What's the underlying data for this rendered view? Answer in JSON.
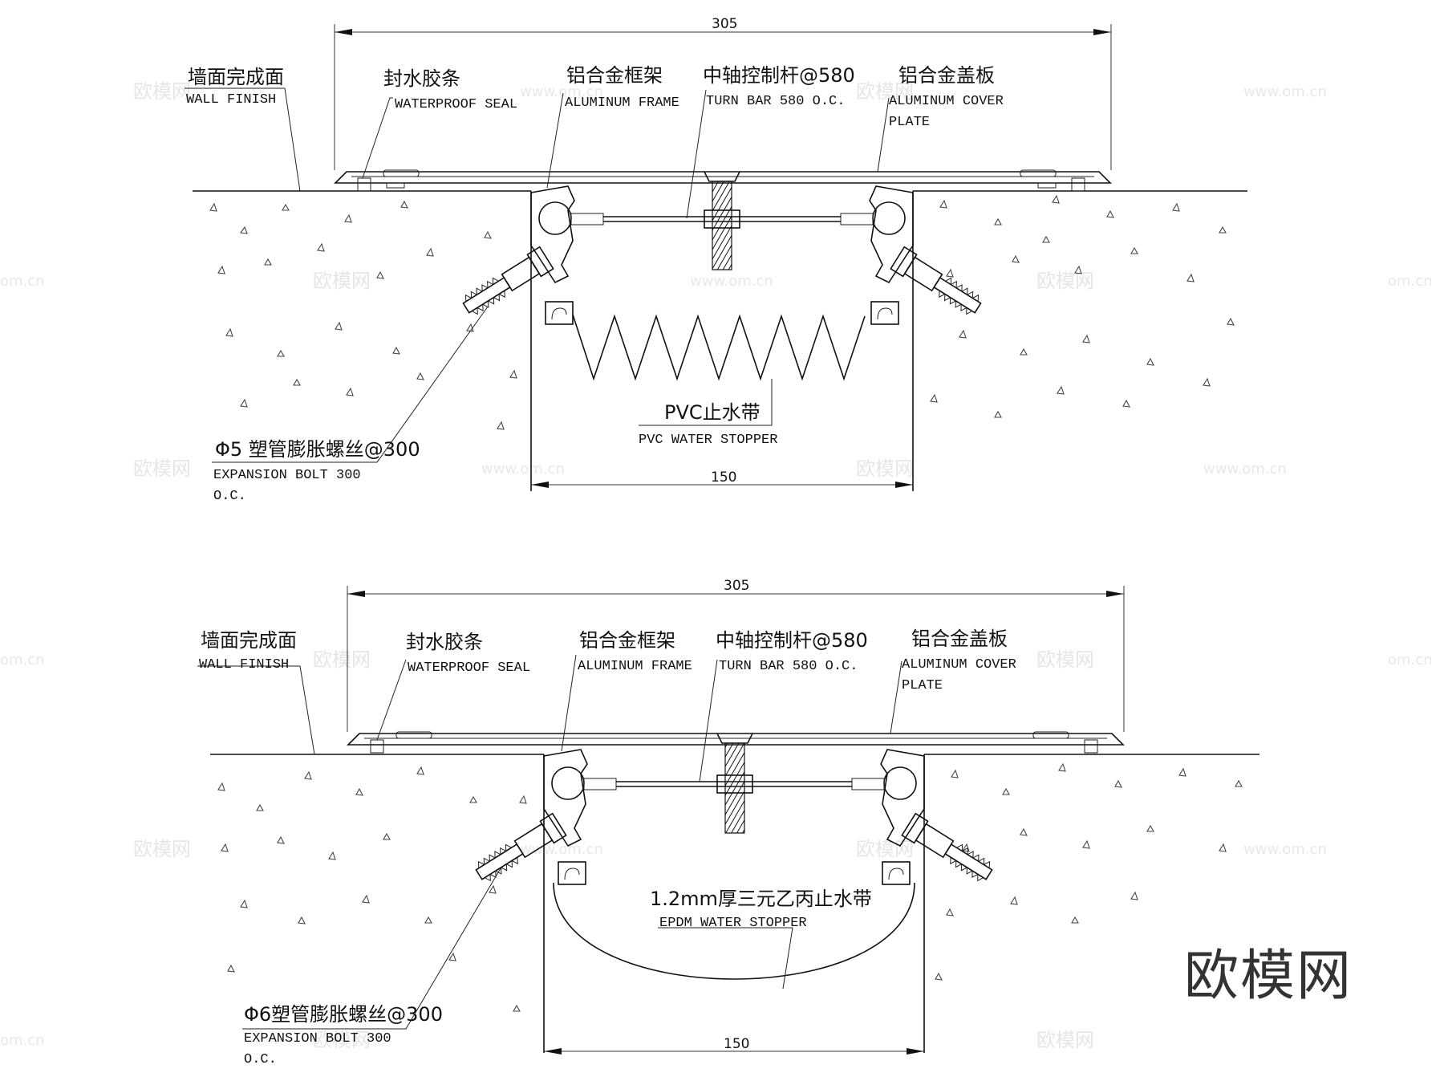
{
  "brand": "欧模网",
  "watermarks": [
    "欧模网",
    "www.om.cn",
    "om.cn"
  ],
  "sections": [
    {
      "dim_top": "305",
      "dim_bottom": "150",
      "labels": {
        "wall_finish_zh": "墙面完成面",
        "wall_finish_en": "WALL FINISH",
        "seal_zh": "封水胶条",
        "seal_en": "WATERPROOF SEAL",
        "frame_zh": "铝合金框架",
        "frame_en": "ALUMINUM FRAME",
        "bar_zh": "中轴控制杆@580",
        "bar_en": "TURN BAR 580 O.C.",
        "cover_zh": "铝合金盖板",
        "cover_en_1": "ALUMINUM COVER",
        "cover_en_2": "PLATE",
        "stopper_zh": "PVC止水带",
        "stopper_en": "PVC WATER STOPPER",
        "bolt_zh": "Φ5 塑管膨胀螺丝@300",
        "bolt_en_1": "EXPANSION BOLT 300",
        "bolt_en_2": "O.C."
      }
    },
    {
      "dim_top": "305",
      "dim_bottom": "150",
      "labels": {
        "wall_finish_zh": "墙面完成面",
        "wall_finish_en": "WALL FINISH",
        "seal_zh": "封水胶条",
        "seal_en": "WATERPROOF SEAL",
        "frame_zh": "铝合金框架",
        "frame_en": "ALUMINUM FRAME",
        "bar_zh": "中轴控制杆@580",
        "bar_en": "TURN BAR 580 O.C.",
        "cover_zh": "铝合金盖板",
        "cover_en_1": "ALUMINUM COVER",
        "cover_en_2": "PLATE",
        "stopper_zh": "1.2mm厚三元乙丙止水带",
        "stopper_en": "EPDM WATER STOPPER",
        "bolt_zh": "Φ6塑管膨胀螺丝@300",
        "bolt_en_1": "EXPANSION BOLT 300",
        "bolt_en_2": "O.C."
      }
    }
  ]
}
